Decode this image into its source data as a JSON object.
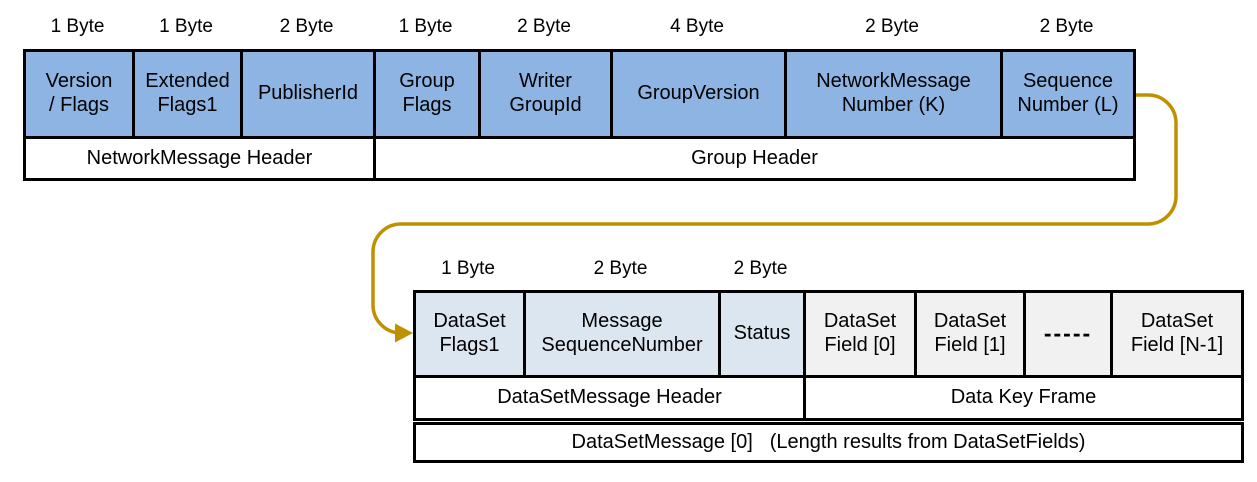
{
  "diagram": {
    "colors": {
      "field_blue": "#8DB4E2",
      "field_light_blue": "#DCE6F1",
      "field_gray": "#F1F1F1",
      "border": "#000000",
      "arrow": "#BF9000"
    },
    "network_table": {
      "byte_labels": [
        "1 Byte",
        "1 Byte",
        "2 Byte",
        "1 Byte",
        "2 Byte",
        "4 Byte",
        "2 Byte",
        "2 Byte"
      ],
      "cells": [
        "Version\n/ Flags",
        "Extended\nFlags1",
        "PublisherId",
        "Group\nFlags",
        "Writer\nGroupId",
        "GroupVersion",
        "NetworkMessage\nNumber (K)",
        "Sequence\nNumber (L)"
      ],
      "groups": [
        "NetworkMessage Header",
        "Group Header"
      ]
    },
    "dataset_table": {
      "byte_labels": [
        "1 Byte",
        "2 Byte",
        "2 Byte"
      ],
      "cells": [
        "DataSet\nFlags1",
        "Message\nSequenceNumber",
        "Status",
        "DataSet\nField [0]",
        "DataSet\nField [1]",
        "-----",
        "DataSet\nField [N-1]"
      ],
      "groups": [
        "DataSetMessage Header",
        "Data Key Frame"
      ],
      "footer_label": "DataSetMessage [0]",
      "footer_note": "(Length results from DataSetFields)"
    }
  }
}
